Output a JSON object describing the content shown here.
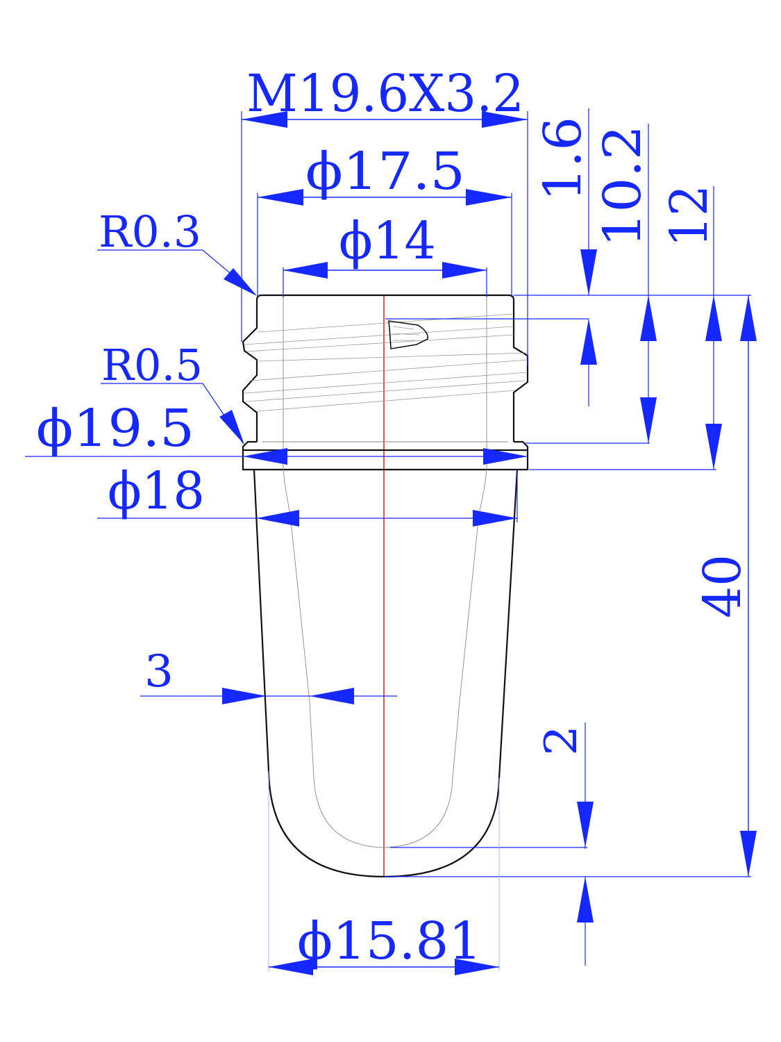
{
  "drawing": {
    "type": "preform technical drawing",
    "colors": {
      "dimension": "#1428ff",
      "outline": "#111111",
      "center_line": "#d01010",
      "hidden_line": "#8a8a8a"
    },
    "dimensions": {
      "thread": "M19.6X3.2",
      "d_17_5": "ϕ17.5",
      "d_14": "ϕ14",
      "r_0_3": "R0.3",
      "r_0_5": "R0.5",
      "d_19_5": "ϕ19.5",
      "d_18": "ϕ18",
      "wall_3": "3",
      "h_1_6": "1.6",
      "h_10_2": "10.2",
      "h_12": "12",
      "h_40": "40",
      "bottom_2": "2",
      "d_15_81": "ϕ15.81"
    }
  }
}
